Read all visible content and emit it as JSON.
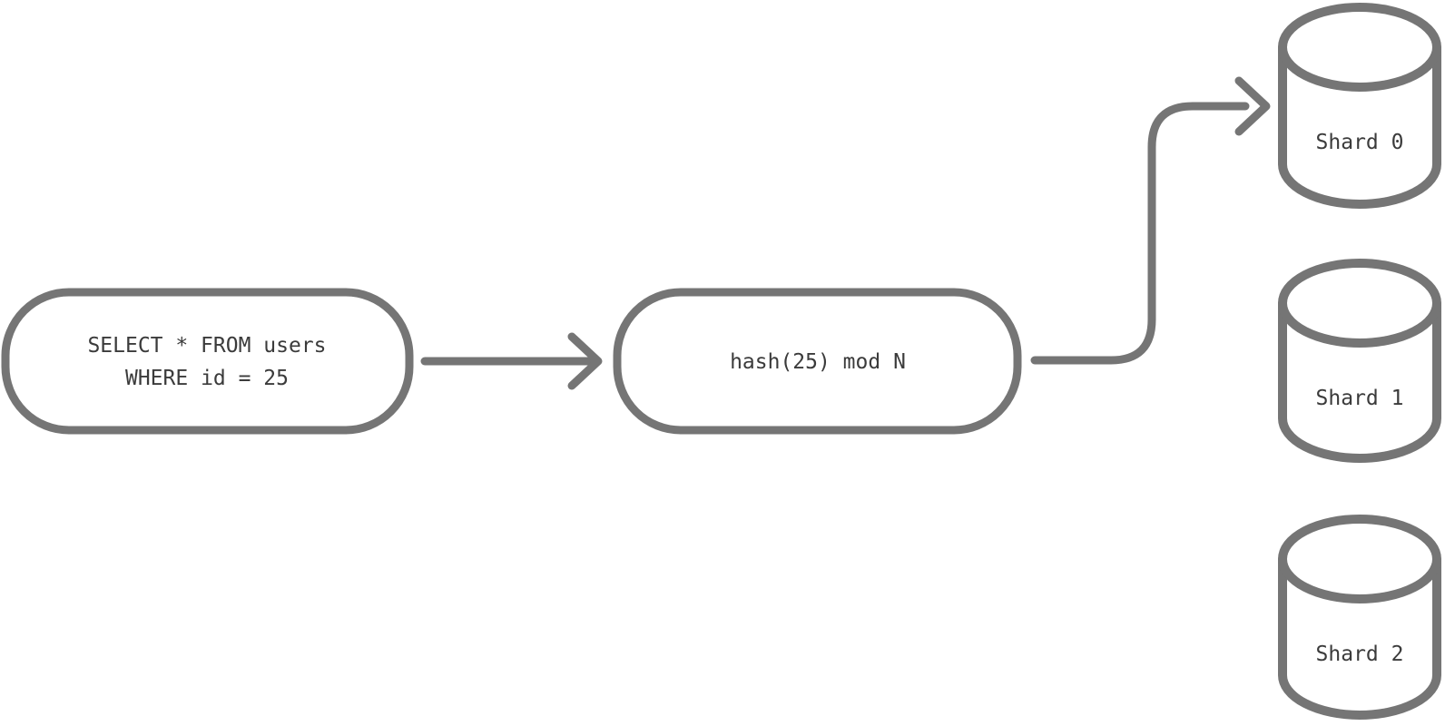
{
  "diagram": {
    "query_node": {
      "line1": "SELECT * FROM users",
      "line2": "WHERE id = 25"
    },
    "hash_node": {
      "label": "hash(25) mod N"
    },
    "shards": [
      {
        "label": "Shard 0"
      },
      {
        "label": "Shard 1"
      },
      {
        "label": "Shard 2"
      }
    ],
    "colors": {
      "stroke": "#757575",
      "text": "#3b3b3b",
      "background": "#ffffff"
    }
  }
}
